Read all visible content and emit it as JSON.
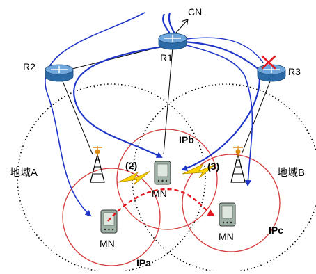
{
  "routers": {
    "r1": "R1",
    "r2": "R2",
    "r3": "R3"
  },
  "cn": "CN",
  "stray_mark": "'",
  "regions": {
    "a": "地域A",
    "b": "地域B"
  },
  "subnets": {
    "a": "IPa",
    "b": "IPb",
    "c": "IPc"
  },
  "steps": {
    "two": "(2)",
    "three": "(3)"
  },
  "nodes": {
    "left": "MN",
    "center": "MN",
    "right": "MN"
  },
  "colors": {
    "route_blue": "#1f35c8",
    "link_black": "#000000",
    "subnet_red": "#d43a3a",
    "handover_red": "#e0191f",
    "router_fill": "#3a7fc0",
    "lightning": "#ffd200",
    "cross_red": "#e0191f"
  }
}
